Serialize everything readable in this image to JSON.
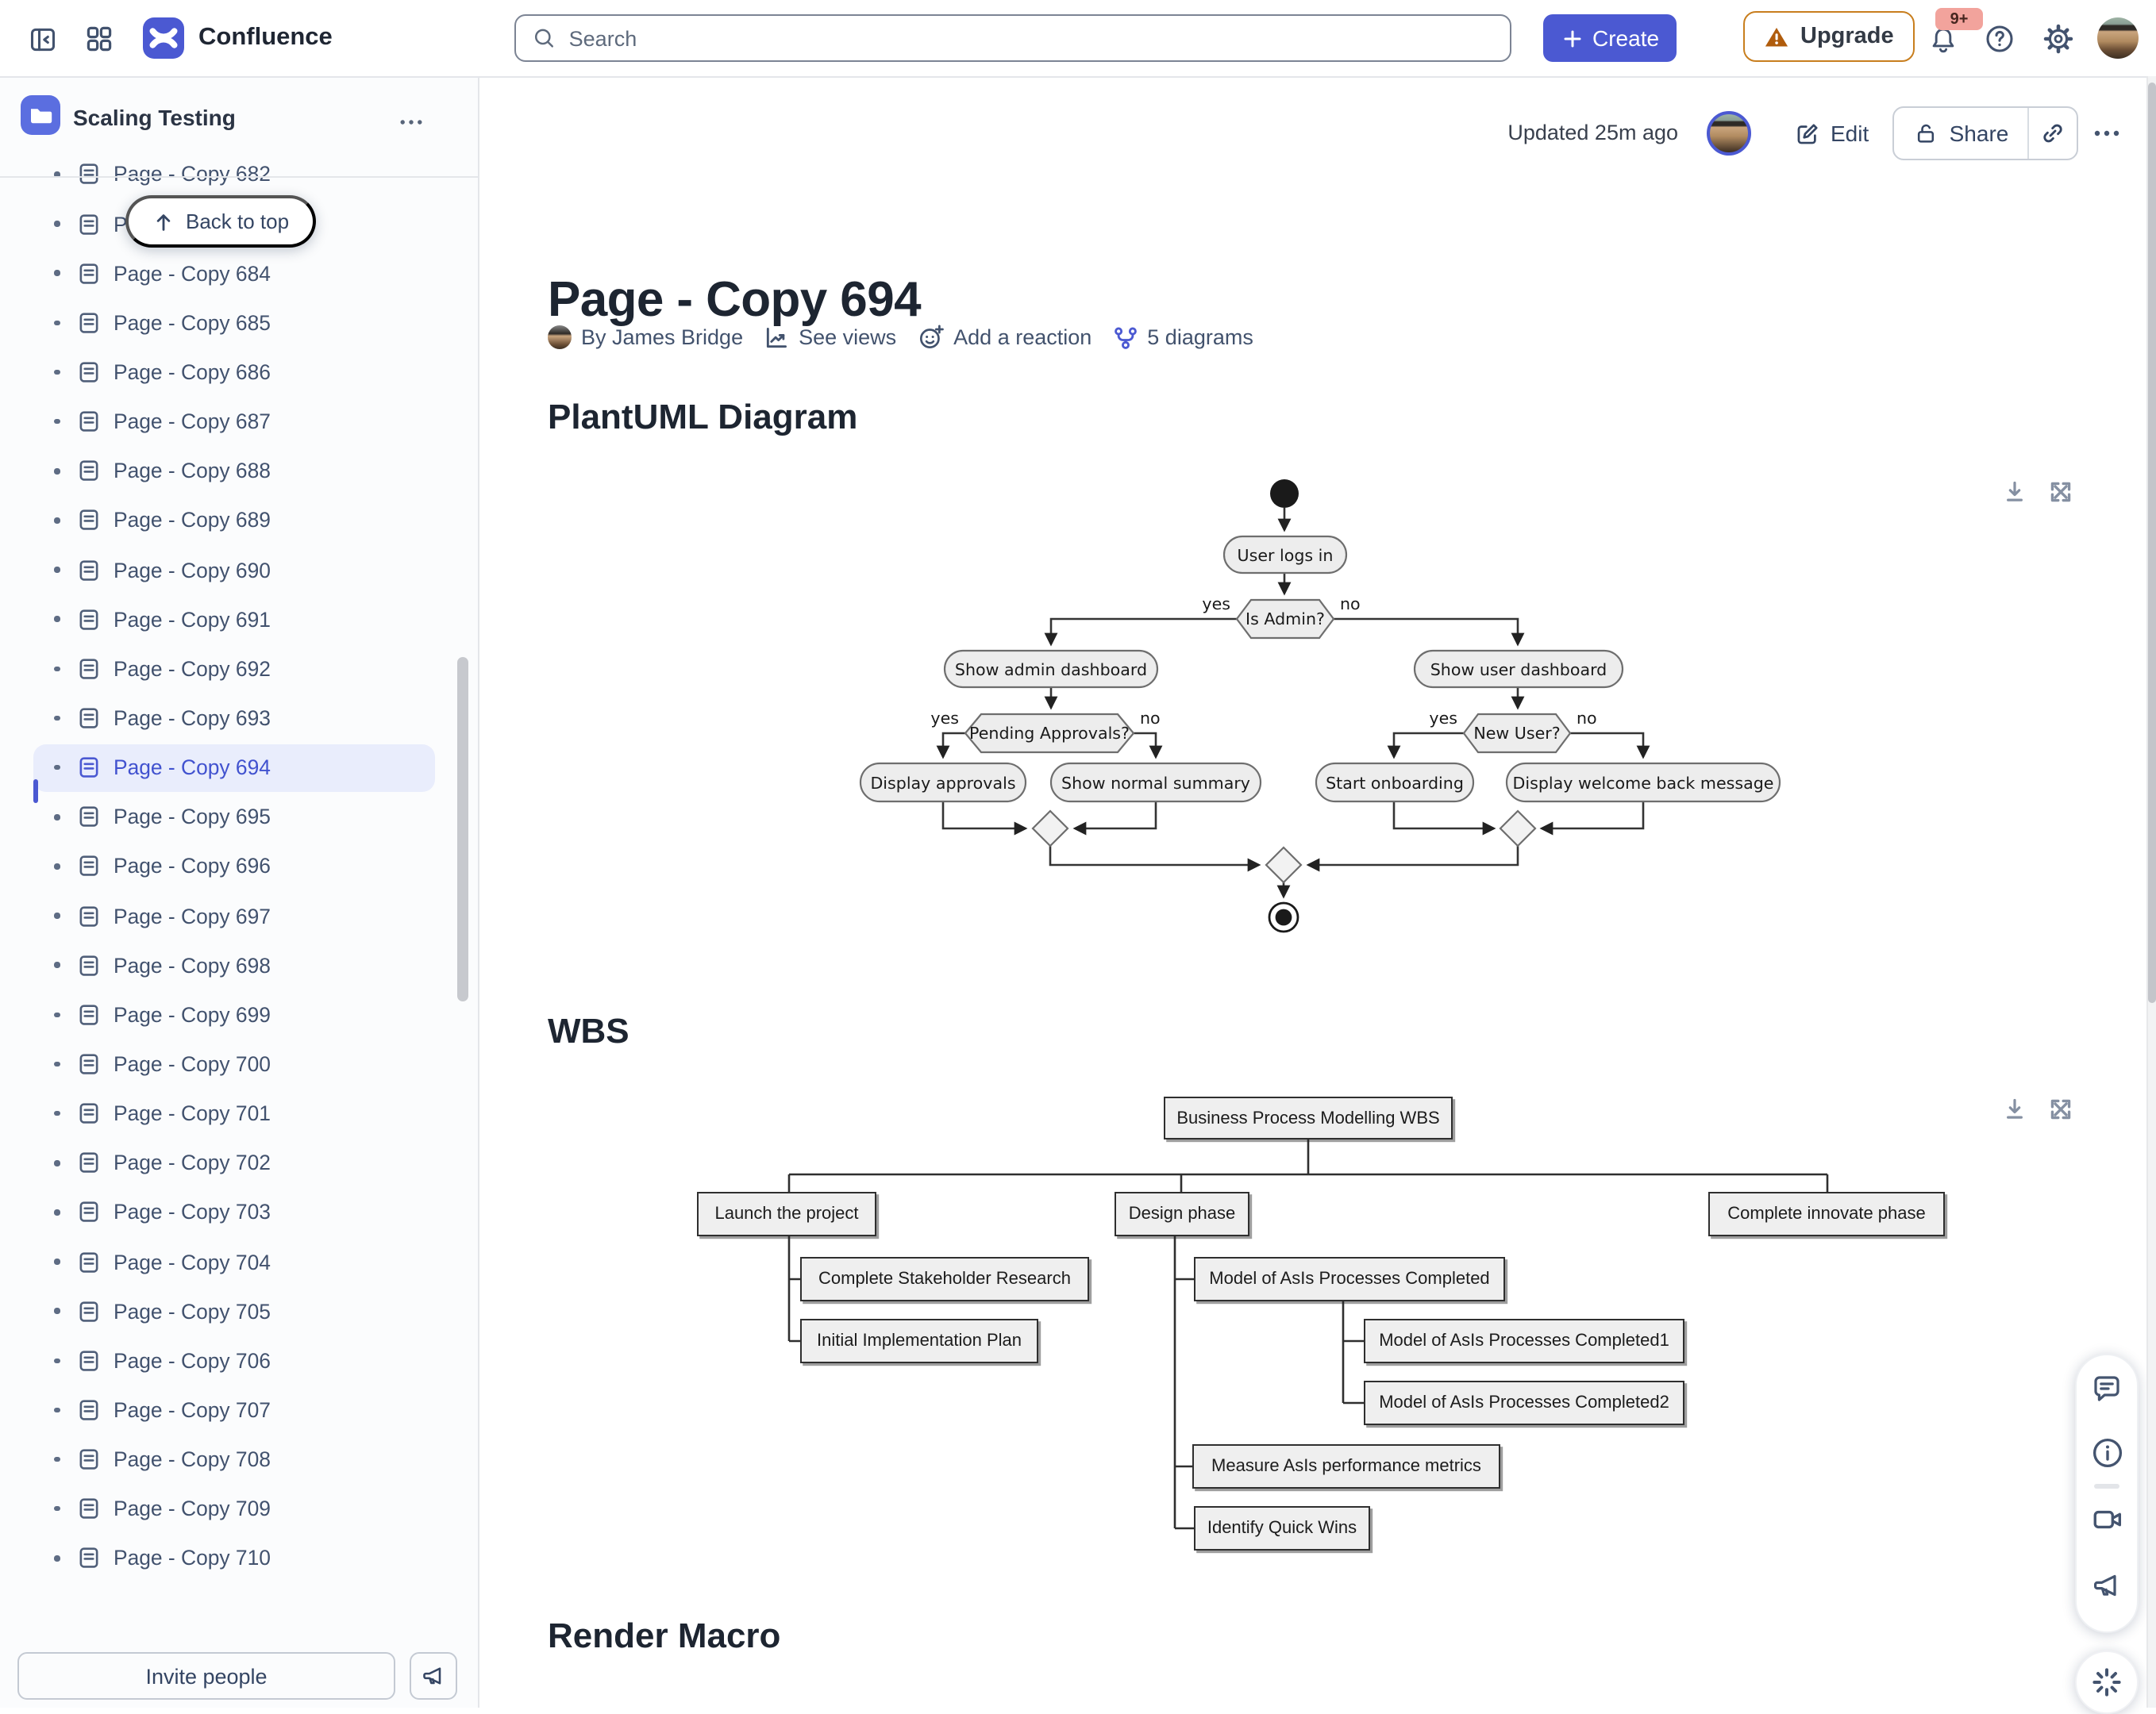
{
  "topbar": {
    "app_name": "Confluence",
    "search_placeholder": "Search",
    "create_label": "Create",
    "upgrade_label": "Upgrade",
    "notifications_badge": "9+"
  },
  "sidebar": {
    "space_name": "Scaling Testing",
    "back_to_top_label": "Back to top",
    "invite_label": "Invite people",
    "pages": [
      {
        "label": "Page - Copy 682",
        "selected": false
      },
      {
        "label": "Page - Copy 683",
        "selected": false
      },
      {
        "label": "Page - Copy 684",
        "selected": false
      },
      {
        "label": "Page - Copy 685",
        "selected": false
      },
      {
        "label": "Page - Copy 686",
        "selected": false
      },
      {
        "label": "Page - Copy 687",
        "selected": false
      },
      {
        "label": "Page - Copy 688",
        "selected": false
      },
      {
        "label": "Page - Copy 689",
        "selected": false
      },
      {
        "label": "Page - Copy 690",
        "selected": false
      },
      {
        "label": "Page - Copy 691",
        "selected": false
      },
      {
        "label": "Page - Copy 692",
        "selected": false
      },
      {
        "label": "Page - Copy 693",
        "selected": false
      },
      {
        "label": "Page - Copy 694",
        "selected": true
      },
      {
        "label": "Page - Copy 695",
        "selected": false
      },
      {
        "label": "Page - Copy 696",
        "selected": false
      },
      {
        "label": "Page - Copy 697",
        "selected": false
      },
      {
        "label": "Page - Copy 698",
        "selected": false
      },
      {
        "label": "Page - Copy 699",
        "selected": false
      },
      {
        "label": "Page - Copy 700",
        "selected": false
      },
      {
        "label": "Page - Copy 701",
        "selected": false
      },
      {
        "label": "Page - Copy 702",
        "selected": false
      },
      {
        "label": "Page - Copy 703",
        "selected": false
      },
      {
        "label": "Page - Copy 704",
        "selected": false
      },
      {
        "label": "Page - Copy 705",
        "selected": false
      },
      {
        "label": "Page - Copy 706",
        "selected": false
      },
      {
        "label": "Page - Copy 707",
        "selected": false
      },
      {
        "label": "Page - Copy 708",
        "selected": false
      },
      {
        "label": "Page - Copy 709",
        "selected": false
      },
      {
        "label": "Page - Copy 710",
        "selected": false
      }
    ]
  },
  "content_header": {
    "updated_text": "Updated 25m ago",
    "edit_label": "Edit",
    "share_label": "Share"
  },
  "page": {
    "title": "Page - Copy 694",
    "byline_by": "By James Bridge",
    "see_views_label": "See views",
    "add_reaction_label": "Add a reaction",
    "diagrams_label": "5 diagrams"
  },
  "sections": {
    "plantuml": "PlantUML Diagram",
    "wbs": "WBS",
    "render_macro": "Render Macro"
  },
  "activity_diagram": {
    "yes": "yes",
    "no": "no",
    "user_logs_in": "User logs in",
    "is_admin": "Is Admin?",
    "show_admin_dashboard": "Show admin dashboard",
    "show_user_dashboard": "Show user dashboard",
    "pending_approvals": "Pending Approvals?",
    "new_user": "New User?",
    "display_approvals": "Display approvals",
    "show_normal_summary": "Show normal summary",
    "start_onboarding": "Start onboarding",
    "display_welcome": "Display welcome back message"
  },
  "wbs_diagram": {
    "root": "Business Process Modelling WBS",
    "launch": "Launch the project",
    "design": "Design phase",
    "complete": "Complete innovate phase",
    "stakeholder": "Complete Stakeholder Research",
    "initial_plan": "Initial Implementation Plan",
    "model": "Model of AsIs Processes Completed",
    "model1": "Model of AsIs Processes Completed1",
    "model2": "Model of AsIs Processes Completed2",
    "measure": "Measure AsIs performance metrics",
    "quick_wins": "Identify Quick Wins"
  },
  "colors": {
    "brand": "#4b59d2",
    "selected_bg": "#e9edfc",
    "upgrade_border": "#c87e1e",
    "badge_bg": "#f2a39c"
  }
}
